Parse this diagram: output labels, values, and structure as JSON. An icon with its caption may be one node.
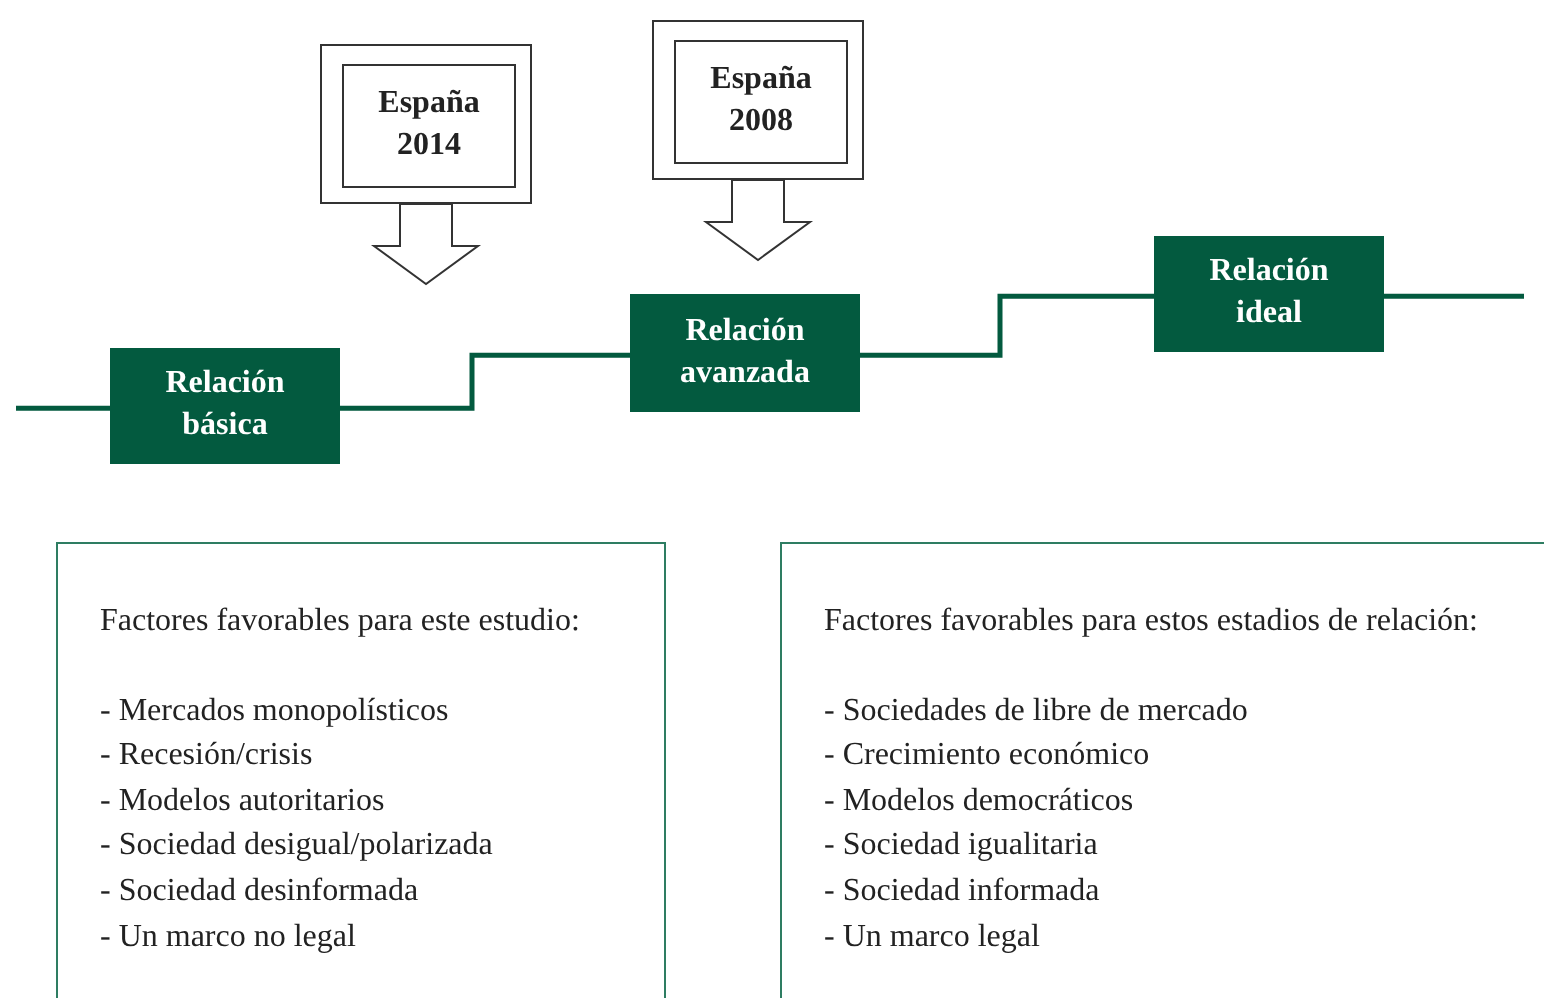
{
  "diagram": {
    "nodes": [
      {
        "text": [
          "Relación básica"
        ]
      },
      {
        "text": [
          "Relación avanzada"
        ]
      },
      {
        "text": [
          "Relación ideal"
        ]
      },
      {
        "text": [
          "España 2014"
        ]
      },
      {
        "text": [
          "España 2008"
        ]
      },
      {
        "text": [
          "Factores favorables para este estudio:",
          "- Mercados monopolísticos",
          "- Recesión/crisis",
          "- Modelos autoritarios",
          "- Sociedad desigual/polarizada",
          "- Sociedad desinformada",
          "- Un marco no legal"
        ]
      },
      {
        "text": [
          "Factores favorables para estos estadios de relación:",
          "- Sociedades de libre de mercado",
          "- Crecimiento económico",
          "- Modelos democráticos",
          "- Sociedad igualitaria",
          "- Sociedad informada",
          "- Un marco legal"
        ]
      }
    ],
    "edges": [
      {
        "from": null,
        "to": 0,
        "arrow": "none"
      },
      {
        "from": 0,
        "to": 1,
        "arrow": "none"
      },
      {
        "from": 1,
        "to": 2,
        "arrow": "none"
      },
      {
        "from": 2,
        "to": null,
        "arrow": "none"
      },
      {
        "from": 3,
        "to": null,
        "arrow": "to"
      },
      {
        "from": 4,
        "to": null,
        "arrow": "to"
      }
    ]
  }
}
